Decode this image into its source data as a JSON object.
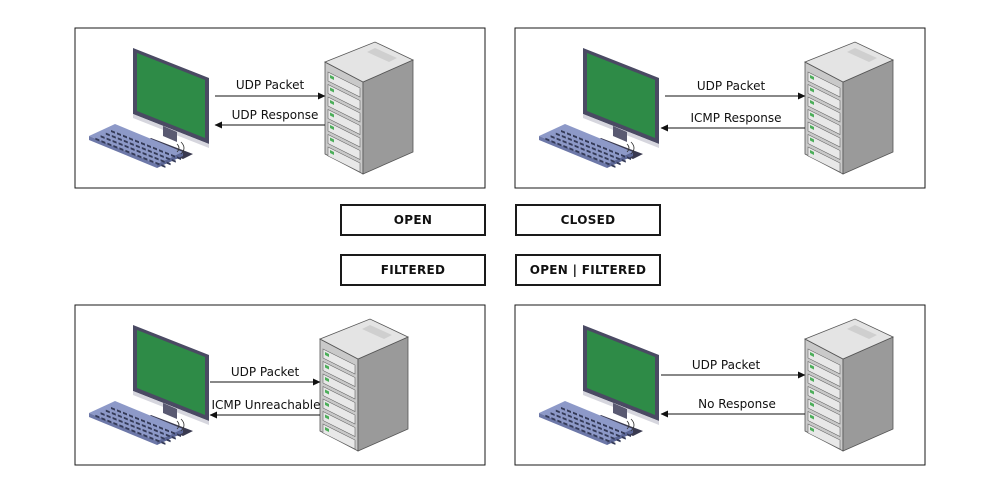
{
  "colors": {
    "screen": "#2e8b47",
    "monitor_frame": "#4a4a63",
    "keyboard": "#8d99c8",
    "keyboard_keys": "#343a57",
    "server_front": "#c9c9c9",
    "server_side": "#9a9a9a",
    "server_top": "#e4e4e4",
    "drive_led": "#4cae5a"
  },
  "panels": [
    {
      "id": "open",
      "request": "UDP Packet",
      "response": "UDP Response"
    },
    {
      "id": "closed",
      "request": "UDP Packet",
      "response": "ICMP Response"
    },
    {
      "id": "filtered",
      "request": "UDP Packet",
      "response": "ICMP Unreachable"
    },
    {
      "id": "open-filtered",
      "request": "UDP Packet",
      "response": "No Response"
    }
  ],
  "states": {
    "open": "OPEN",
    "closed": "CLOSED",
    "filtered": "FILTERED",
    "open_filtered": "OPEN | FILTERED"
  }
}
